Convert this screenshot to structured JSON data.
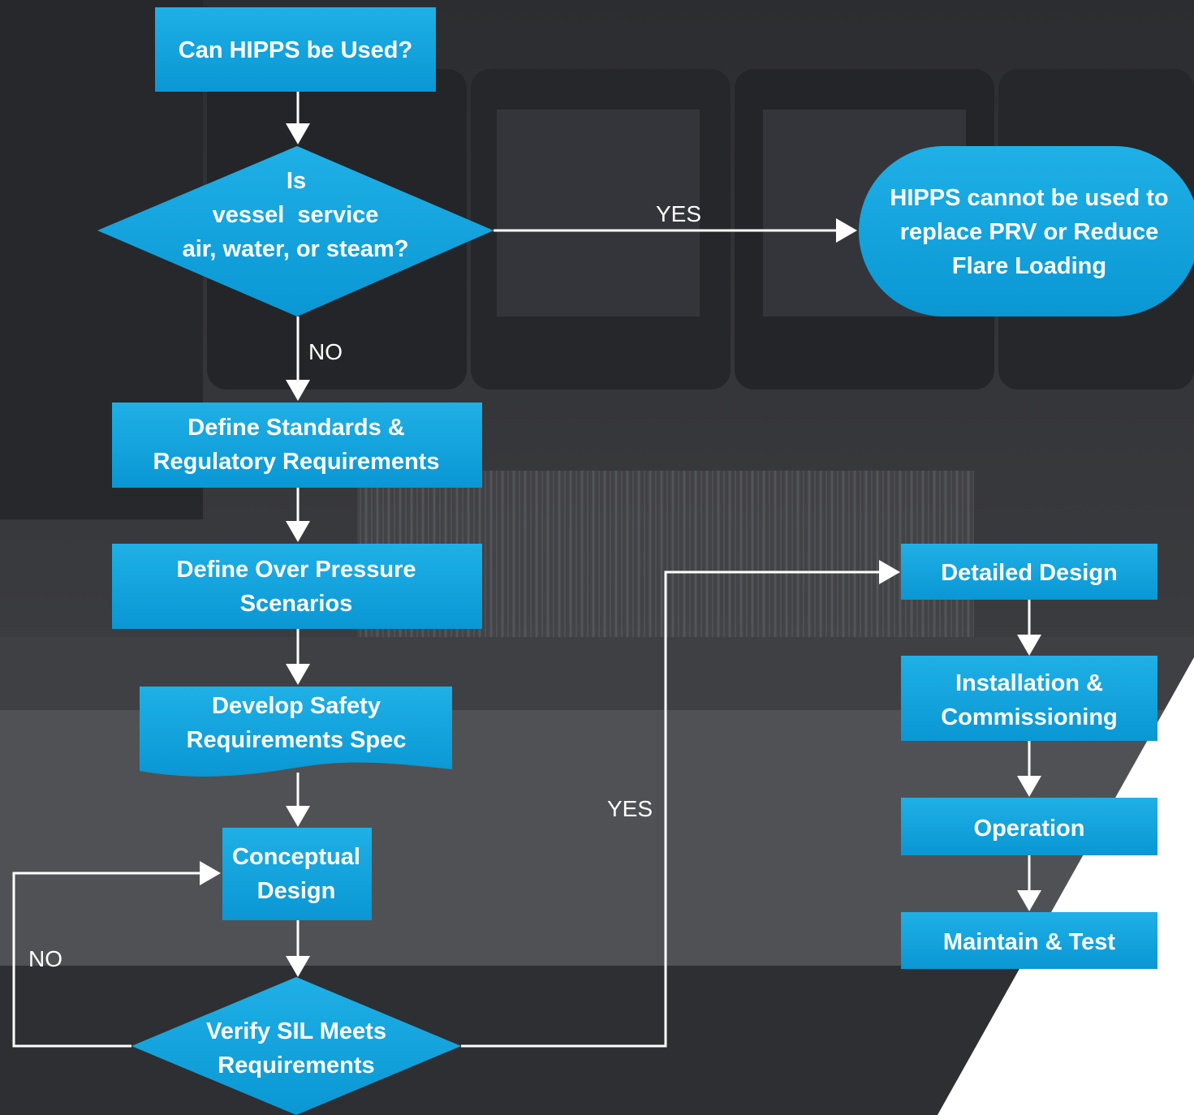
{
  "diagram": {
    "nodes": {
      "start": [
        "Can HIPPS be Used?"
      ],
      "decision_vessel": [
        "Is",
        "vessel  service",
        "air, water, or steam?"
      ],
      "terminal_no_hipps": [
        "HIPPS cannot be used to",
        "replace PRV or Reduce",
        "Flare Loading"
      ],
      "define_standards": [
        "Define Standards &",
        "Regulatory Requirements"
      ],
      "define_overpressure": [
        "Define Over Pressure",
        "Scenarios"
      ],
      "develop_srs": [
        "Develop Safety",
        "Requirements Spec"
      ],
      "conceptual_design": [
        "Conceptual",
        "Design"
      ],
      "verify_sil": [
        "Verify SIL Meets",
        "Requirements"
      ],
      "detailed_design": [
        "Detailed Design"
      ],
      "installation": [
        "Installation &",
        "Commissioning"
      ],
      "operation": [
        "Operation"
      ],
      "maintain_test": [
        "Maintain & Test"
      ]
    },
    "edge_labels": {
      "vessel_yes": "YES",
      "vessel_no": "NO",
      "verify_yes": "YES",
      "verify_no": "NO"
    }
  },
  "colors": {
    "box_top": "#1fb0e6",
    "box_bottom": "#0a97d4",
    "background": "#2f3033",
    "arrow": "#ffffff"
  }
}
